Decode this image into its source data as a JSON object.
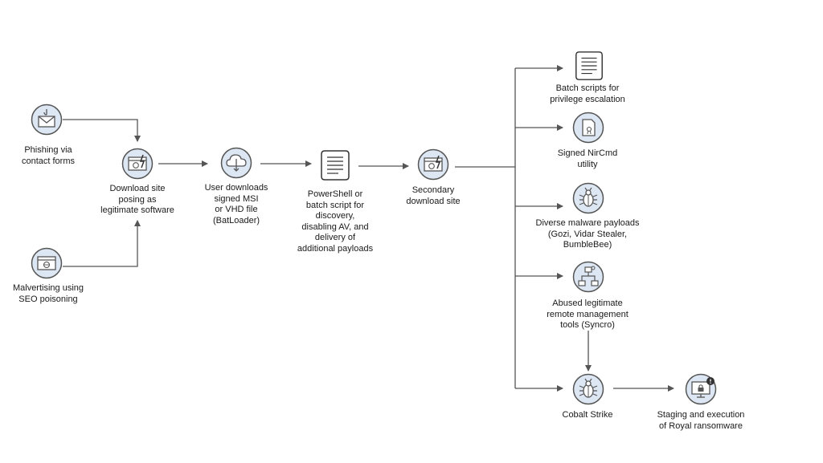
{
  "colors": {
    "circle_fill": "#dde7f3",
    "stroke": "#555555",
    "line": "#555555",
    "text": "#1a1a1a"
  },
  "nodes": {
    "phishing": {
      "icon": "envelope-hook-icon",
      "label": "Phishing via\ncontact forms"
    },
    "malvert": {
      "icon": "browser-globe-icon",
      "label": "Malvertising using\nSEO poisoning"
    },
    "download_site": {
      "icon": "browser-malicious-icon",
      "label": "Download site\nposing as\nlegitimate software"
    },
    "user_download": {
      "icon": "cloud-download-icon",
      "label": "User downloads\nsigned MSI\nor VHD file\n(BatLoader)"
    },
    "powershell": {
      "icon": "script-scroll-icon",
      "label": "PowerShell or\nbatch script for\ndiscovery,\ndisabling AV, and\ndelivery of\nadditional payloads"
    },
    "secondary": {
      "icon": "browser-malicious-icon",
      "label": "Secondary\ndownload site"
    },
    "batch": {
      "icon": "script-scroll-icon",
      "label": "Batch scripts for\nprivilege escalation"
    },
    "nircmd": {
      "icon": "signed-file-icon",
      "label": "Signed NirCmd\nutility"
    },
    "malware": {
      "icon": "bug-icon",
      "label": "Diverse malware payloads\n(Gozi, Vidar Stealer,\nBumbleBee)"
    },
    "rmm": {
      "icon": "network-tools-icon",
      "label": "Abused legitimate\nremote management\ntools (Syncro)"
    },
    "cobalt": {
      "icon": "bug-icon",
      "label": "Cobalt Strike"
    },
    "royal": {
      "icon": "locked-monitor-icon",
      "label": "Staging and execution\nof Royal ransomware"
    }
  }
}
